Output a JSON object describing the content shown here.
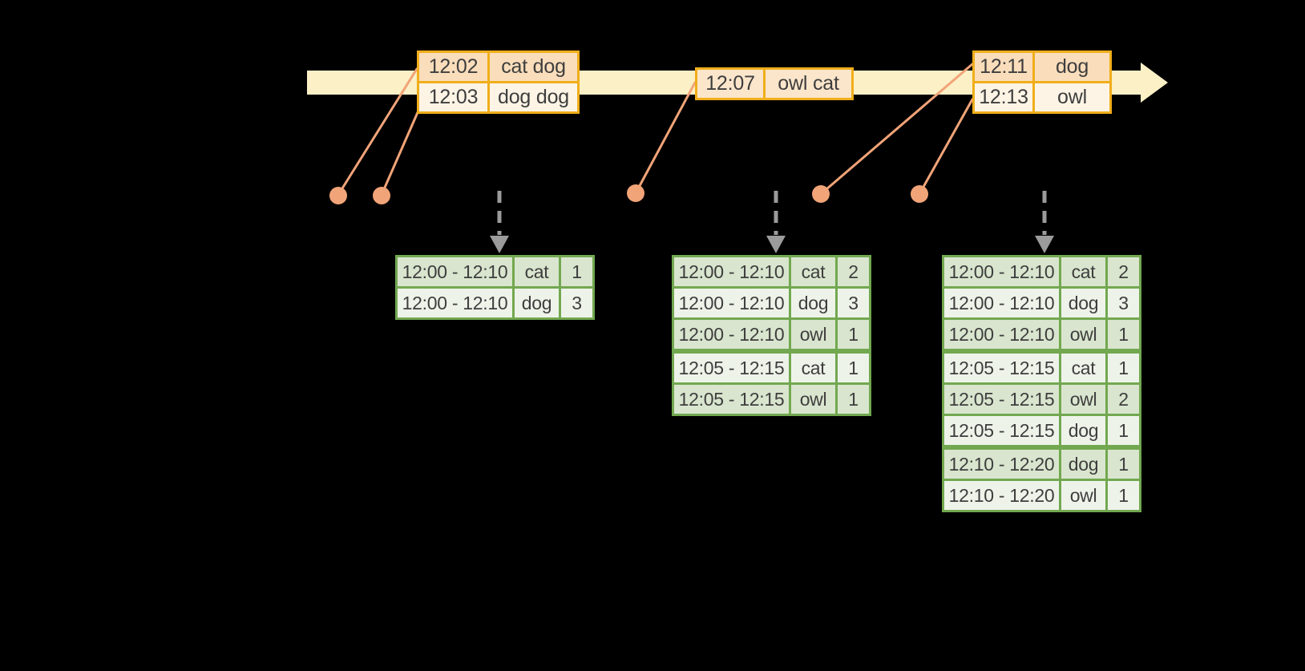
{
  "colors": {
    "background": "#000000",
    "timeline_fill": "#FBF0C6",
    "event_border": "#F0AE1A",
    "event_row_dark": "#FADDBB",
    "event_row_light": "#FDF4E5",
    "event_row_mid": "#FBE6CB",
    "connector": "#F1A478",
    "trigger": "#9B9B9B",
    "result_border": "#72A850",
    "result_row_dark": "#D9E5CE",
    "result_row_light": "#EEF3EA",
    "text": "#3E3E3E"
  },
  "event_tables": [
    {
      "rows": [
        [
          "12:02",
          "cat dog"
        ],
        [
          "12:03",
          "dog dog"
        ]
      ]
    },
    {
      "rows": [
        [
          "12:07",
          "owl cat"
        ]
      ]
    },
    {
      "rows": [
        [
          "12:11",
          "dog"
        ],
        [
          "12:13",
          "owl"
        ]
      ]
    }
  ],
  "result_tables": [
    {
      "rows": [
        [
          "12:00 - 12:10",
          "cat",
          "1"
        ],
        [
          "12:00 - 12:10",
          "dog",
          "3"
        ]
      ],
      "group_breaks": []
    },
    {
      "rows": [
        [
          "12:00 - 12:10",
          "cat",
          "2"
        ],
        [
          "12:00 - 12:10",
          "dog",
          "3"
        ],
        [
          "12:00 - 12:10",
          "owl",
          "1"
        ],
        [
          "12:05 - 12:15",
          "cat",
          "1"
        ],
        [
          "12:05 - 12:15",
          "owl",
          "1"
        ]
      ],
      "group_breaks": [
        3
      ]
    },
    {
      "rows": [
        [
          "12:00 - 12:10",
          "cat",
          "2"
        ],
        [
          "12:00 - 12:10",
          "dog",
          "3"
        ],
        [
          "12:00 - 12:10",
          "owl",
          "1"
        ],
        [
          "12:05 - 12:15",
          "cat",
          "1"
        ],
        [
          "12:05 - 12:15",
          "owl",
          "2"
        ],
        [
          "12:05 - 12:15",
          "dog",
          "1"
        ],
        [
          "12:10 - 12:20",
          "dog",
          "1"
        ],
        [
          "12:10 - 12:20",
          "owl",
          "1"
        ]
      ],
      "group_breaks": [
        3,
        6
      ]
    }
  ]
}
